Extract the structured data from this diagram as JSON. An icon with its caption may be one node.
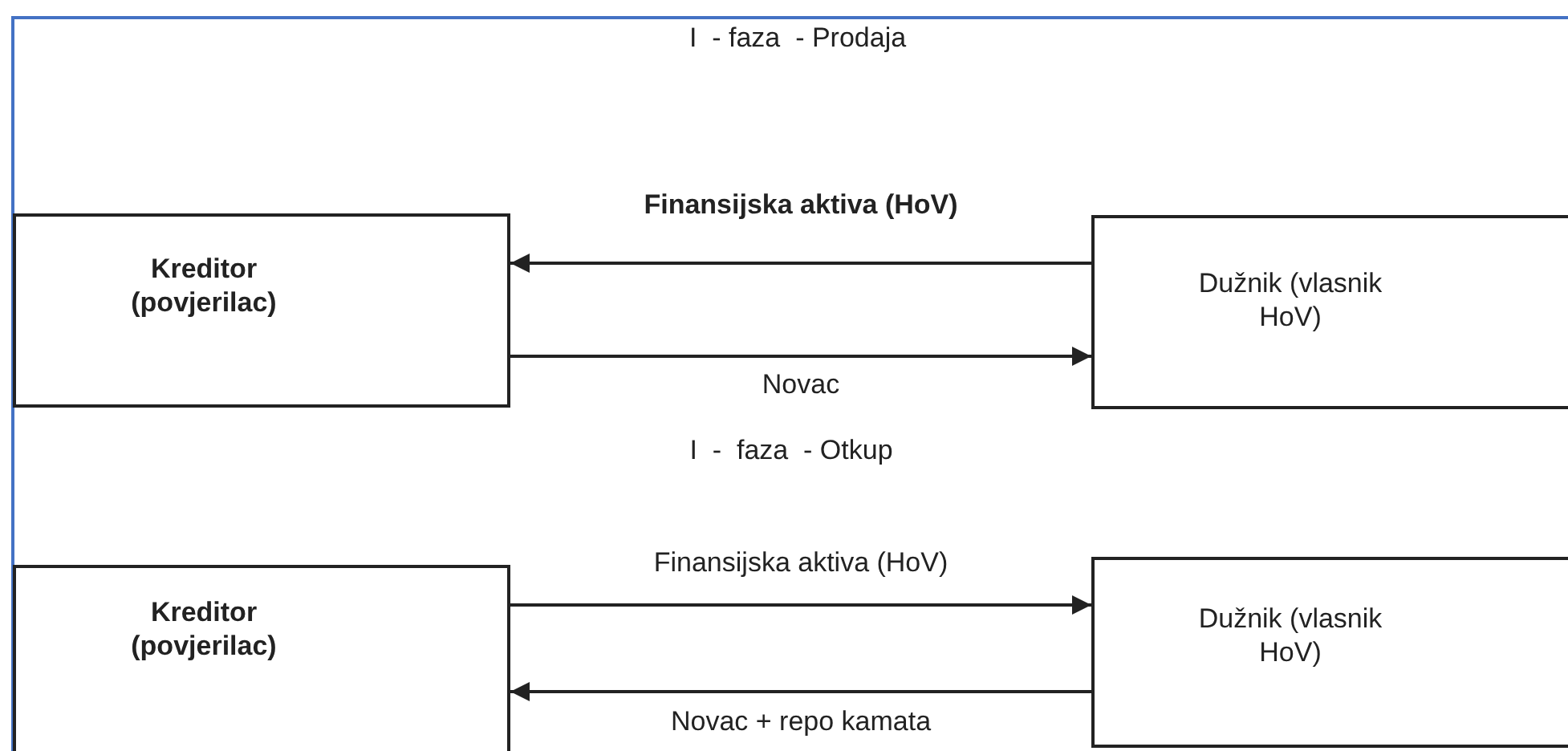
{
  "diagram": {
    "nodes": [
      {
        "text": [
          "Kreditor (povjerilac)"
        ]
      },
      {
        "text": [
          "Dužnik (vlasnik HoV)"
        ]
      },
      {
        "text": [
          "Kreditor (povjerilac)"
        ]
      },
      {
        "text": [
          "Dužnik (vlasnik HoV)"
        ]
      }
    ],
    "edges": [
      {
        "from": 1,
        "to": 0,
        "arrow": "to",
        "label": "Finansijska aktiva (HoV)"
      },
      {
        "from": 0,
        "to": 1,
        "arrow": "to",
        "label": "Novac"
      },
      {
        "from": 2,
        "to": 3,
        "arrow": "to",
        "label": "Finansijska aktiva (HoV)"
      },
      {
        "from": 3,
        "to": 2,
        "arrow": "to",
        "label": "Novac + repo kamata"
      }
    ],
    "labels": [
      "I  - faza  - Prodaja",
      "I  -  faza  - Otkup"
    ]
  }
}
